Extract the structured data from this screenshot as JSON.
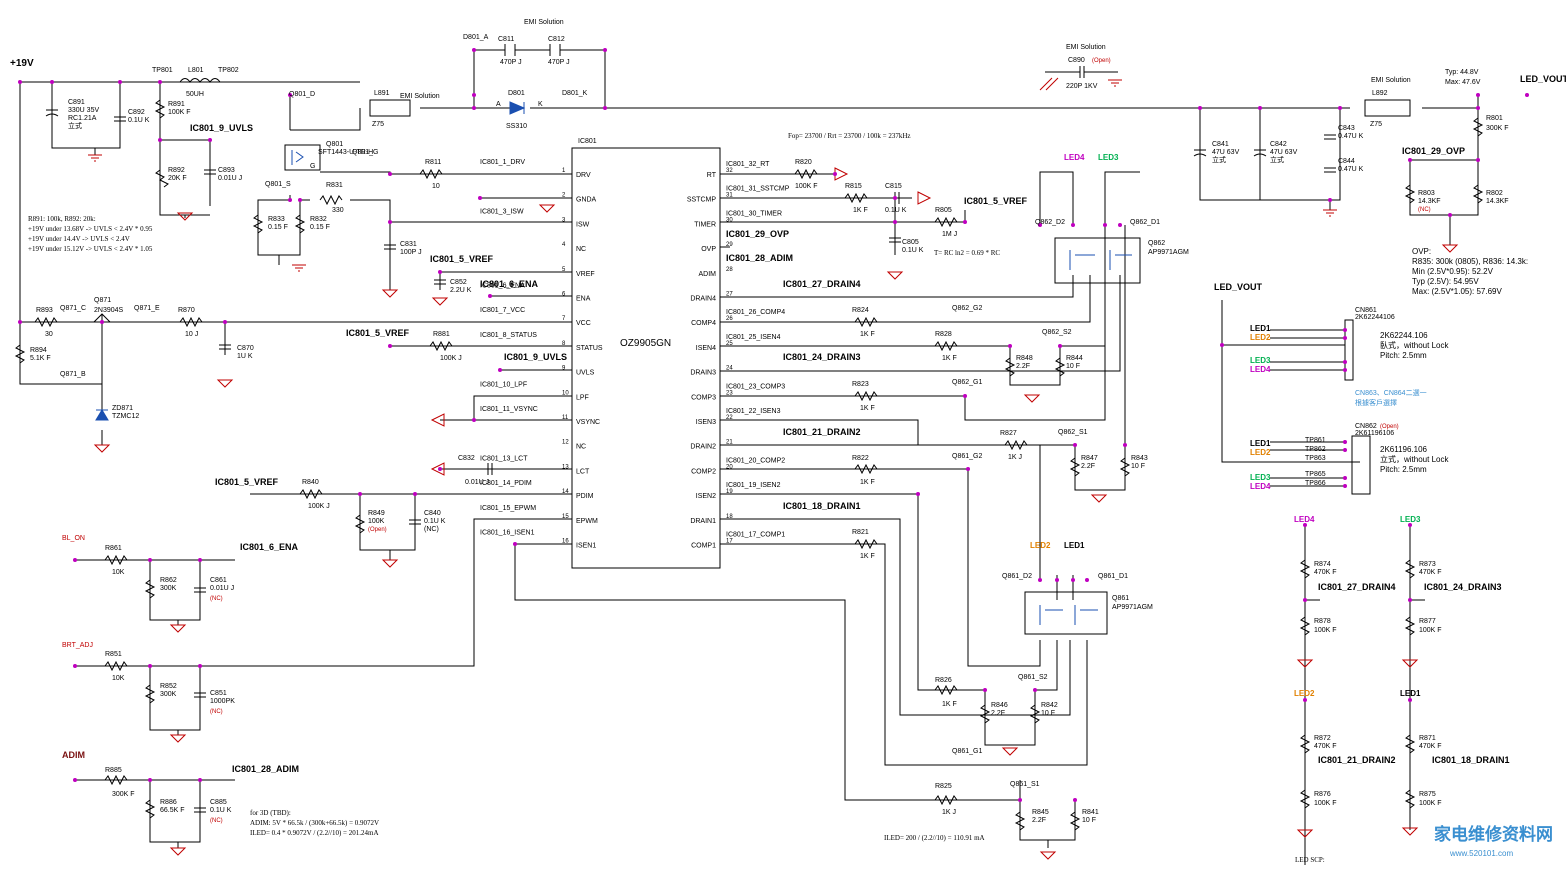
{
  "emi": {
    "top": "EMI Solution",
    "l891": "EMI Solution",
    "c890": "EMI Solution",
    "l892": "EMI Solution"
  },
  "rail": {
    "v19": "+19V",
    "led_vout": "LED_VOUT",
    "led_vout2": "LED_VOUT",
    "typ": "Typ: 44.8V",
    "max": "Max: 47.6V"
  },
  "ic": {
    "ref": "IC801",
    "name": "OZ9905GN",
    "left_pins": [
      {
        "num": "1",
        "name": "DRV"
      },
      {
        "num": "2",
        "name": "GNDA"
      },
      {
        "num": "3",
        "name": "ISW"
      },
      {
        "num": "4",
        "name": "NC"
      },
      {
        "num": "5",
        "name": "VREF"
      },
      {
        "num": "6",
        "name": "ENA"
      },
      {
        "num": "7",
        "name": "VCC"
      },
      {
        "num": "8",
        "name": "STATUS"
      },
      {
        "num": "9",
        "name": "UVLS"
      },
      {
        "num": "10",
        "name": "LPF"
      },
      {
        "num": "11",
        "name": "VSYNC"
      },
      {
        "num": "12",
        "name": "NC"
      },
      {
        "num": "13",
        "name": "LCT"
      },
      {
        "num": "14",
        "name": "PDIM"
      },
      {
        "num": "15",
        "name": "EPWM"
      },
      {
        "num": "16",
        "name": "ISEN1"
      }
    ],
    "right_pins": [
      {
        "num": "32",
        "name": "RT"
      },
      {
        "num": "31",
        "name": "SSTCMP"
      },
      {
        "num": "30",
        "name": "TIMER"
      },
      {
        "num": "29",
        "name": "OVP"
      },
      {
        "num": "28",
        "name": "ADIM"
      },
      {
        "num": "27",
        "name": "DRAIN4"
      },
      {
        "num": "26",
        "name": "COMP4"
      },
      {
        "num": "25",
        "name": "ISEN4"
      },
      {
        "num": "24",
        "name": "DRAIN3"
      },
      {
        "num": "23",
        "name": "COMP3"
      },
      {
        "num": "22",
        "name": "ISEN3"
      },
      {
        "num": "21",
        "name": "DRAIN2"
      },
      {
        "num": "20",
        "name": "COMP2"
      },
      {
        "num": "19",
        "name": "ISEN2"
      },
      {
        "num": "18",
        "name": "DRAIN1"
      },
      {
        "num": "17",
        "name": "COMP1"
      }
    ]
  },
  "left_nets": [
    "IC801_1_DRV",
    "IC801_3_ISW",
    "IC801_6_ENA",
    "IC801_7_VCC",
    "IC801_8_STATUS",
    "IC801_10_LPF",
    "IC801_11_VSYNC",
    "IC801_13_LCT",
    "IC801_14_PDIM",
    "IC801_15_EPWM",
    "IC801_16_ISEN1"
  ],
  "right_nets": [
    "IC801_32_RT",
    "IC801_31_SSTCMP",
    "IC801_30_TIMER",
    "IC801_26_COMP4",
    "IC801_25_ISEN4",
    "IC801_23_COMP3",
    "IC801_22_ISEN3",
    "IC801_20_COMP2",
    "IC801_19_ISEN2",
    "IC801_17_COMP1"
  ],
  "bold_nets": {
    "uvls1": "IC801_9_UVLS",
    "vref1": "IC801_5_VREF",
    "ena1": "IC801_6_ENA",
    "vref2": "IC801_5_VREF",
    "uvls2": "IC801_9_UVLS",
    "vref3": "IC801_5_VREF",
    "ena2": "IC801_6_ENA",
    "adim1": "IC801_28_ADIM",
    "ovp1": "IC801_29_OVP",
    "adim2": "IC801_28_ADIM",
    "drain4": "IC801_27_DRAIN4",
    "drain3": "IC801_24_DRAIN3",
    "drain2": "IC801_21_DRAIN2",
    "drain1": "IC801_18_DRAIN1",
    "vref4": "IC801_5_VREF",
    "ovp2": "IC801_29_OVP",
    "d4b": "IC801_27_DRAIN4",
    "d3b": "IC801_24_DRAIN3",
    "d2b": "IC801_21_DRAIN2",
    "d1b": "IC801_18_DRAIN1",
    "adim_title": "ADIM"
  },
  "parts": {
    "tp801": "TP801",
    "l801": "L801",
    "l801v": "50UH",
    "tp802": "TP802",
    "c891": "C891",
    "c891v": "330U 35V",
    "c891n": "RC1.21A",
    "c891m": "立式",
    "c892": "C892",
    "c892v": "0.1U K",
    "r891": "R891",
    "r891v": "100K F",
    "r892": "R892",
    "r892v": "20K F",
    "c893": "C893",
    "c893v": "0.01U J",
    "q801d": "Q801_D",
    "l891": "L891",
    "z75a": "Z75",
    "d801a": "D801_A",
    "c811": "C811",
    "c811v": "470P J",
    "c812": "C812",
    "c812v": "470P J",
    "d801": "D801",
    "ss310": "SS310",
    "d801k": "D801_K",
    "pa": "A",
    "pk": "K",
    "q801": "Q801",
    "q801p": "SFT1443-U-TR-H",
    "q801g": "Q801_G",
    "gg": "G",
    "r811": "R811",
    "r811v": "10",
    "q801s": "Q801_S",
    "r831": "R831",
    "r831v": "330",
    "r833": "R833",
    "r833v": "0.15 F",
    "r832": "R832",
    "r832v": "0.15 F",
    "c831": "C831",
    "c831v": "100P J",
    "c852": "C852",
    "c852v": "2.2U K",
    "r893": "R893",
    "r893v": "30",
    "q871c": "Q871_C",
    "q871": "Q871",
    "q871p": "2N3904S",
    "q871e": "Q871_E",
    "r870": "R870",
    "r870v": "10 J",
    "c870": "C870",
    "c870v": "1U K",
    "r894": "R894",
    "r894v": "5.1K F",
    "q871b": "Q871_B",
    "zd871": "ZD871",
    "zd871v": "TZMC12",
    "r881": "R881",
    "r881v": "100K J",
    "c832": "C832",
    "c832v": "0.01U J",
    "r840": "R840",
    "r840v": "100K J",
    "r849": "R849",
    "r849v": "100K",
    "r849o": "(Open)",
    "c840": "C840",
    "c840v": "0.1U K",
    "c840n": "(NC)",
    "blon": "BL_ON",
    "r861": "R861",
    "r861v": "10K",
    "r862": "R862",
    "r862v": "300K",
    "c861": "C861",
    "c861v": "0.01U J",
    "c861n": "(NC)",
    "brt": "BRT_ADJ",
    "r851": "R851",
    "r851v": "10K",
    "r852": "R852",
    "r852v": "300K",
    "c851": "C851",
    "c851v": "1000PK",
    "c851n": "(NC)",
    "r885": "R885",
    "r885v": "300K F",
    "r886": "R886",
    "r886v": "66.5K F",
    "c885": "C885",
    "c885v": "0.1U K",
    "c885n": "(NC)",
    "r820": "R820",
    "r820v": "100K F",
    "r815": "R815",
    "r815v": "1K F",
    "c815": "C815",
    "c815v": "0.1U K",
    "r805": "R805",
    "r805v": "1M J",
    "c805": "C805",
    "c805v": "0.1U K",
    "r824": "R824",
    "r824v": "1K F",
    "r828": "R828",
    "r828v": "1K F",
    "r823": "R823",
    "r823v": "1K F",
    "r827": "R827",
    "r827v": "1K J",
    "r822": "R822",
    "r822v": "1K F",
    "r821": "R821",
    "r821v": "1K F",
    "q862g2": "Q862_G2",
    "q862s2": "Q862_S2",
    "q862g1": "Q862_G1",
    "q862s1": "Q862_S1",
    "q862d2": "Q862_D2",
    "q862d1": "Q862_D1",
    "q862": "Q862",
    "q862p": "AP9971AGM",
    "r848": "R848",
    "r848v": "2.2F",
    "r844": "R844",
    "r844v": "10 F",
    "r847": "R847",
    "r847v": "2.2F",
    "r843": "R843",
    "r843v": "10 F",
    "q861g2": "Q861_G2",
    "q861d2": "Q861_D2",
    "q861d1": "Q861_D1",
    "q861": "Q861",
    "q861p": "AP9971AGM",
    "q861s2": "Q861_S2",
    "q861g1": "Q861_G1",
    "q861s1": "Q861_S1",
    "r826": "R826",
    "r826v": "1K F",
    "r846": "R846",
    "r846v": "2.2F",
    "r842": "R842",
    "r842v": "10 F",
    "r825": "R825",
    "r825v": "1K J",
    "r845": "R845",
    "r845v": "2.2F",
    "r841": "R841",
    "r841v": "10 F",
    "c890": "C890",
    "c890o": "(Open)",
    "c890v": "220P 1KV",
    "l892": "L892",
    "z75b": "Z75",
    "r801": "R801",
    "r801v": "300K F",
    "c841": "C841",
    "c841v": "47U 63V",
    "c841m": "立式",
    "c842": "C842",
    "c842v": "47U 63V",
    "c842m": "立式",
    "c843": "C843",
    "c843v": "0.47U K",
    "c844": "C844",
    "c844v": "0.47U K",
    "r803": "R803",
    "r803v": "14.3KF",
    "r803n": "(NC)",
    "r802": "R802",
    "r802v": "14.3KF",
    "cn861": "CN861",
    "cn861p": "2K62244106",
    "cn861a": "2K62244.106",
    "cn861b": "臥式，without Lock",
    "cn861c": "Pitch: 2.5mm",
    "cn862": "CN862",
    "cn862o": "(Open)",
    "cn862p": "2K61196106",
    "cn862a": "2K61196.106",
    "cn862b": "立式，without Lock",
    "cn862c": "Pitch: 2.5mm",
    "cnnote1": "CN863、CN864二選一",
    "cnnote2": "根據客戶選擇",
    "tp861": "TP861",
    "tp862": "TP862",
    "tp863": "TP863",
    "tp865": "TP865",
    "tp866": "TP866",
    "r874": "R874",
    "r874v": "470K F",
    "r878": "R878",
    "r878v": "100K F",
    "r873": "R873",
    "r873v": "470K F",
    "r877": "R877",
    "r877v": "100K F",
    "r872": "R872",
    "r872v": "470K F",
    "r876": "R876",
    "r876v": "100K F",
    "r871": "R871",
    "r871v": "470K F",
    "r875": "R875",
    "r875v": "100K F"
  },
  "leds": {
    "led1": "LED1",
    "led2": "LED2",
    "led3": "LED3",
    "led4": "LED4"
  },
  "notes": {
    "uvls": [
      "R891: 100k, R892: 20k:",
      "+19V under 13.68V -> UVLS < 2.4V * 0.95",
      "+19V under 14.4V -> UVLS < 2.4V",
      "+19V under 15.12V -> UVLS < 2.4V * 1.05"
    ],
    "fop": "Fop= 23700 / Rrt = 23700 / 100k = 237kHz",
    "timer": "T= RC ln2 = 0.69 * RC",
    "ovp": [
      "OVP:",
      "R835: 300k (0805), R836: 14.3k:",
      "Min (2.5V*0.95): 52.2V",
      "Typ (2.5V): 54.95V",
      "Max: (2.5V*1.05): 57.69V"
    ],
    "adim": [
      "for 3D (TBD):",
      "ADIM: 5V * 66.5k / (300k+66.5k) = 0.9072V",
      "ILED= 0.4 * 0.9072V / (2.2//10) = 201.24mA"
    ],
    "iled": "ILED= 200 / (2.2//10) = 110.91 mA",
    "scp": "LED SCP:",
    "watermark1": "家电维修资料网",
    "watermark2": "www.520101.com"
  },
  "colors": {
    "junction": "#c000c0",
    "red": "#c00000",
    "led_green": "#00b050",
    "led_orange": "#e08000",
    "led_magenta": "#c000c0",
    "note_blue": "#3a8fd0"
  }
}
